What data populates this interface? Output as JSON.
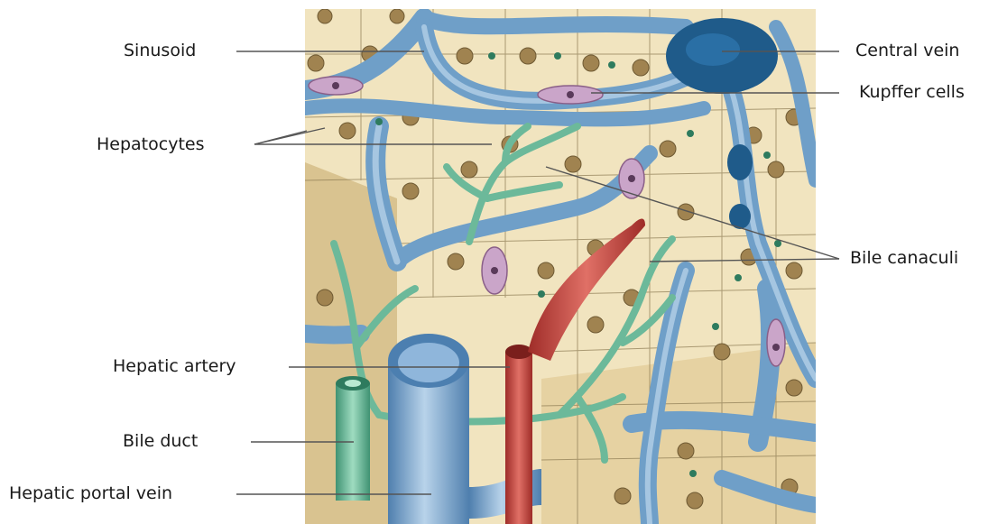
{
  "labels": {
    "sinusoid": "Sinusoid",
    "hepatocytes": "Hepatocytes",
    "hepatic_artery": "Hepatic artery",
    "bile_duct": "Bile duct",
    "hepatic_portal_vein": "Hepatic portal vein",
    "central_vein": "Central vein",
    "kupffer_cells": "Kupffer cells",
    "bile_canaculi": "Bile canaculi"
  },
  "colors": {
    "hepatocyte": "#f1e4bf",
    "hepatocyte_side": "#d9c390",
    "nucleus": "#a08350",
    "sinusoid": "#6f9fc8",
    "sinusoid_light": "#a9c8e3",
    "central_vein": "#1f5b8a",
    "artery": "#c8453e",
    "bile": "#6cb99a",
    "kupffer": "#caa5c9",
    "leader_line": "#555555"
  }
}
